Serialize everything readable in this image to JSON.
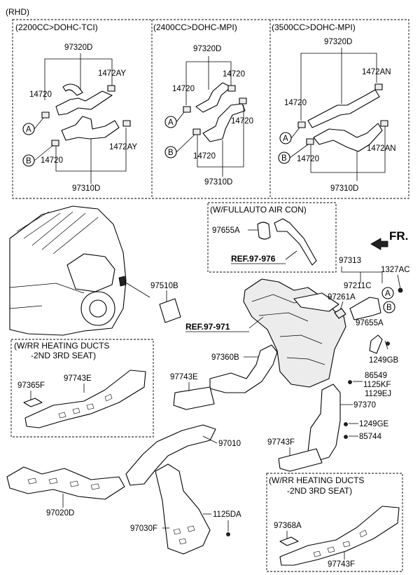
{
  "title": "(RHD)",
  "panels": [
    {
      "header": "(2200CC>DOHC-TCI)",
      "top_part": "97320D",
      "bottom_part": "97310D",
      "clamp_a": "14720",
      "clamp_b": "14720",
      "clamp_right_top": "1472AY",
      "clamp_right_bot": "1472AY",
      "marker_a": "A",
      "marker_b": "B"
    },
    {
      "header": "(2400CC>DOHC-MPI)",
      "top_part": "97320D",
      "bottom_part": "97310D",
      "clamp_a": "14720",
      "clamp_b": "14720",
      "clamp_right_top": "14720",
      "clamp_right_bot": "14720",
      "marker_a": "A",
      "marker_b": "B"
    },
    {
      "header": "(3500CC>DOHC-MPI)",
      "top_part": "97320D",
      "bottom_part": "97310D",
      "clamp_a": "14720",
      "clamp_b": "14720",
      "clamp_right_top": "1472AN",
      "clamp_right_bot": "1472AN",
      "marker_a": "A",
      "marker_b": "B"
    }
  ],
  "fullauto": {
    "header": "(W/FULLAUTO AIR CON)",
    "part": "97655A",
    "ref": "REF.97-976"
  },
  "front_label": "FR.",
  "ref_main": "REF.97-971",
  "parts": {
    "p97510B": "97510B",
    "p97313": "97313",
    "p1327AC": "1327AC",
    "p97211C": "97211C",
    "p97261A": "97261A",
    "p97655A": "97655A",
    "p1249GB": "1249GB",
    "p97360B": "97360B",
    "p97743E": "97743E",
    "p86549": "86549",
    "p1125KF": "1125KF",
    "p1129EJ": "1129EJ",
    "p97370": "97370",
    "p1249GE": "1249GE",
    "p85744": "85744",
    "p97743F": "97743F",
    "p97010": "97010",
    "p97020D": "97020D",
    "p1125DA": "1125DA",
    "p97030F": "97030F",
    "marker_a": "A",
    "marker_b": "B"
  },
  "rr_left": {
    "line1": "(W/RR HEATING DUCTS",
    "line2": "-2ND  3RD SEAT)",
    "p1": "97365F",
    "p2": "97743E"
  },
  "rr_right": {
    "line1": "(W/RR HEATING DUCTS",
    "line2": "-2ND  3RD SEAT)",
    "p1": "97368A",
    "p2": "97743F"
  }
}
